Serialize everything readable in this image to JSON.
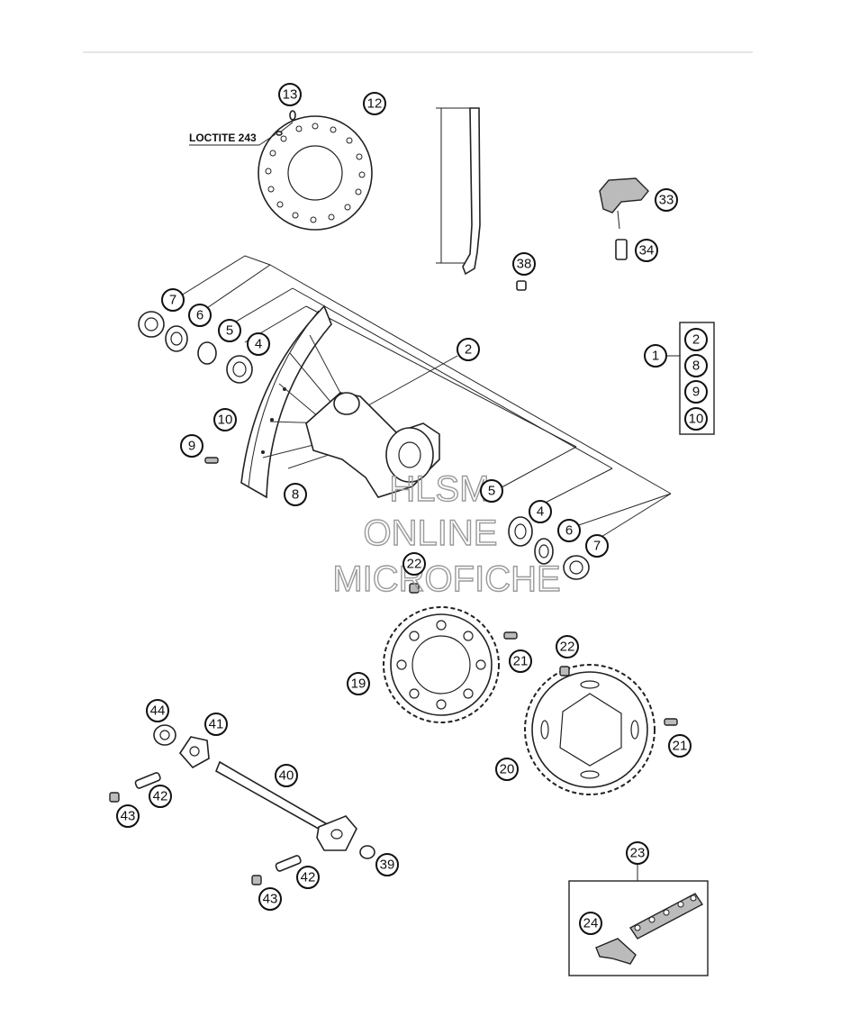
{
  "note": {
    "loctite": "LOCTITE 243"
  },
  "callouts": {
    "c13": "13",
    "c12": "12",
    "c38": "38",
    "c33": "33",
    "c34": "34",
    "c7a": "7",
    "c6a": "6",
    "c5a": "5",
    "c4a": "4",
    "c2": "2",
    "c1": "1",
    "k2": "2",
    "k8": "8",
    "k9": "9",
    "k10": "10",
    "c10": "10",
    "c9": "9",
    "c8": "8",
    "c5b": "5",
    "c4b": "4",
    "c6b": "6",
    "c7b": "7",
    "c22a": "22",
    "c19": "19",
    "c21a": "21",
    "c22b": "22",
    "c21b": "21",
    "c20": "20",
    "c44": "44",
    "c41": "41",
    "c40": "40",
    "c42a": "42",
    "c43a": "43",
    "c39": "39",
    "c42b": "42",
    "c43b": "43",
    "c23": "23",
    "c24": "24"
  },
  "watermark": {
    "line1": "HLSM",
    "line2": "ONLINE",
    "line3": "MICROFICHE"
  }
}
